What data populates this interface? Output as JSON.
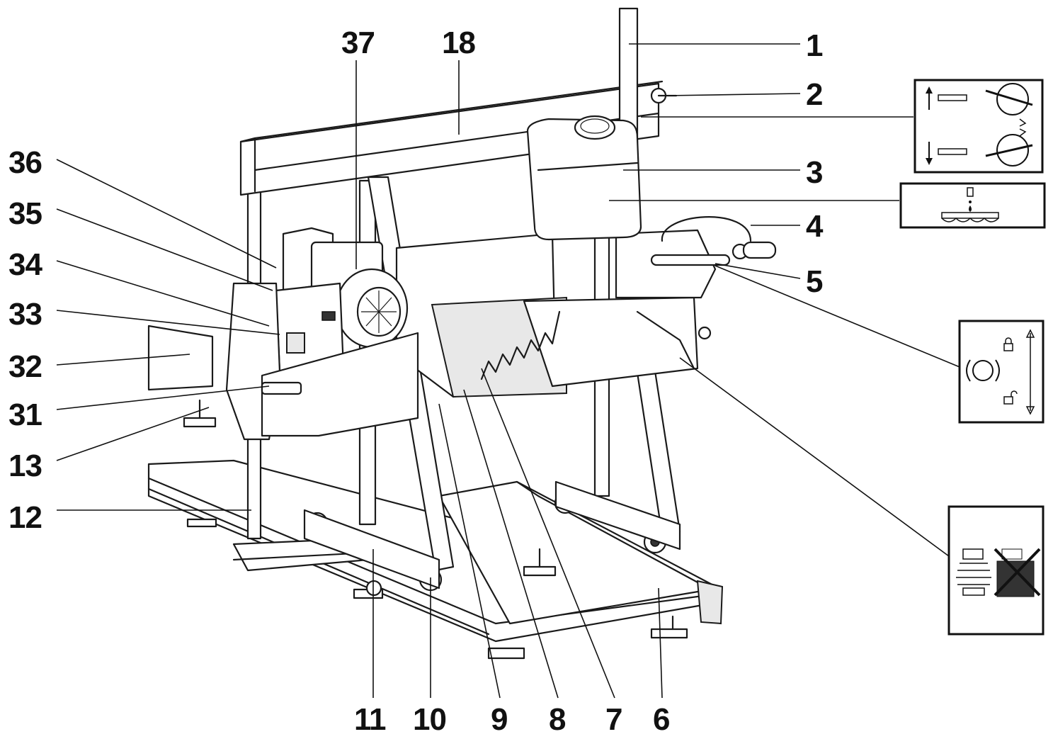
{
  "callouts": [
    {
      "label": "1"
    },
    {
      "label": "2"
    },
    {
      "label": "3"
    },
    {
      "label": "4"
    },
    {
      "label": "5"
    },
    {
      "label": "6"
    },
    {
      "label": "7"
    },
    {
      "label": "8"
    },
    {
      "label": "9"
    },
    {
      "label": "10"
    },
    {
      "label": "11"
    },
    {
      "label": "12"
    },
    {
      "label": "13"
    },
    {
      "label": "18"
    },
    {
      "label": "31"
    },
    {
      "label": "32"
    },
    {
      "label": "33"
    },
    {
      "label": "34"
    },
    {
      "label": "35"
    },
    {
      "label": "36"
    },
    {
      "label": "37"
    }
  ],
  "pictograms": [
    {
      "icon": "saw-height-crank-icon"
    },
    {
      "icon": "coolant-drip-icon"
    },
    {
      "icon": "lock-unlock-icon"
    },
    {
      "icon": "no-stacking-icon"
    }
  ],
  "colors": {
    "ink": "#111111",
    "paper": "#ffffff",
    "shade": "#e8e8e8"
  }
}
